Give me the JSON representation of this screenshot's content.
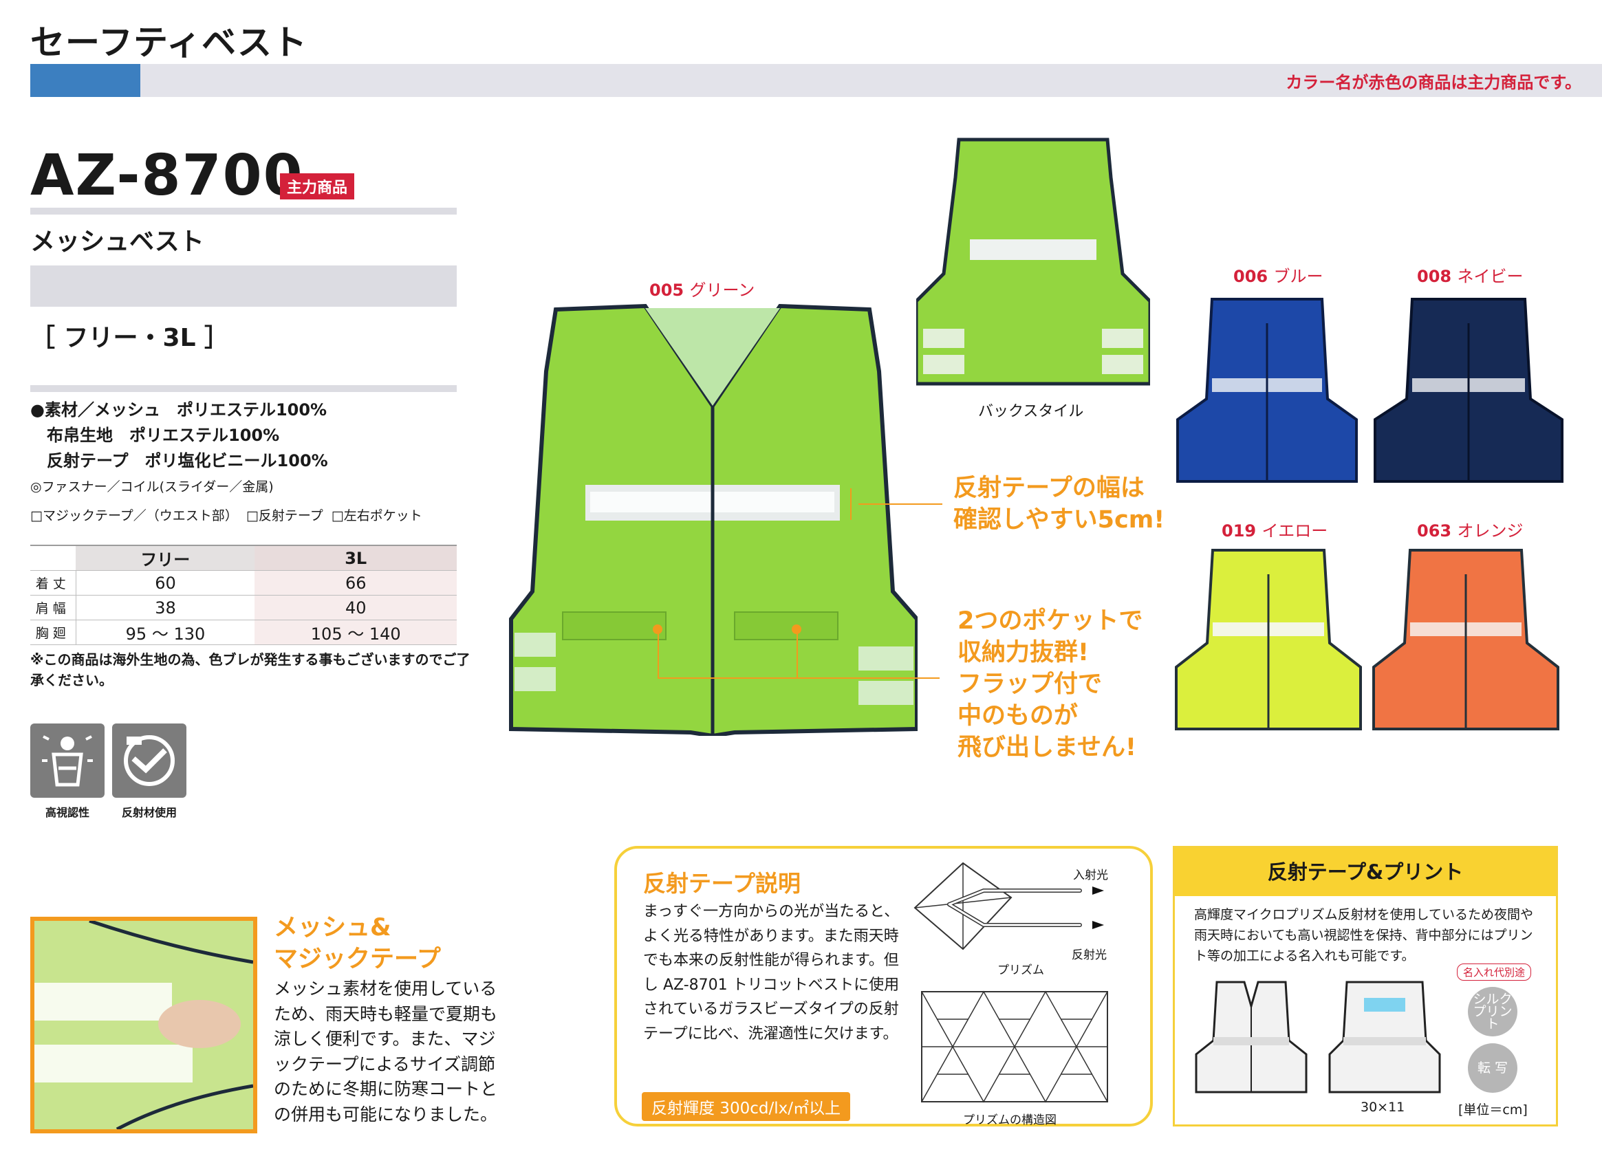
{
  "header": {
    "title": "セーフティベスト",
    "note": "カラー名が赤色の商品は主力商品です。"
  },
  "product": {
    "model": "AZ-8700",
    "badge": "主力商品",
    "name": "メッシュベスト",
    "sizes": "［ フリー・3L ］",
    "spec_lines": [
      "●素材／メッシュ　ポリエステル100%",
      "　布帛生地　ポリエステル100%",
      "　反射テープ　ポリ塩化ビニール100%"
    ],
    "fastener": "◎ファスナー／コイル(スライダー／金属)",
    "options": "□マジックテープ／（ウエスト部）  □反射テープ  □左右ポケット",
    "note": "※この商品は海外生地の為、色ブレが発生する事もございますのでご了承ください。"
  },
  "size_table": {
    "headers": [
      "",
      "フリー",
      "3L"
    ],
    "rows": [
      {
        "label": "着丈",
        "free": "60",
        "l3": "66"
      },
      {
        "label": "肩幅",
        "free": "38",
        "l3": "40"
      },
      {
        "label": "胸廻",
        "free": "95 〜 130",
        "l3": "105 〜 140"
      }
    ]
  },
  "features": [
    {
      "label": "高視認性",
      "icon": "high-visibility-icon"
    },
    {
      "label": "反射材使用",
      "icon": "reflective-material-icon"
    }
  ],
  "colors": {
    "green": {
      "code": "005",
      "name": "グリーン",
      "hex": "#8fd63b"
    },
    "blue": {
      "code": "006",
      "name": "ブルー",
      "hex": "#1d48a8"
    },
    "navy": {
      "code": "008",
      "name": "ネイビー",
      "hex": "#162a55"
    },
    "yellow": {
      "code": "019",
      "name": "イエロー",
      "hex": "#dbef3d"
    },
    "orange": {
      "code": "063",
      "name": "オレンジ",
      "hex": "#f07444"
    },
    "accent": "#f39a1e",
    "red": "#d4213a"
  },
  "back_caption": "バックスタイル",
  "callouts": {
    "tape": [
      "反射テープの幅は",
      "確認しやすい5cm!"
    ],
    "pocket": [
      "2つのポケットで",
      "収納力抜群!",
      "フラップ付で",
      "中のものが",
      "飛び出しません!"
    ]
  },
  "mesh": {
    "title": [
      "メッシュ&",
      "マジックテープ"
    ],
    "body": "メッシュ素材を使用しているため、雨天時も軽量で夏期も涼しく便利です。また、マジックテープによるサイズ調節のために冬期に防寒コートとの併用も可能になりました。"
  },
  "tape_explain": {
    "title": "反射テープ説明",
    "body": "まっすぐ一方向からの光が当たると、よく光る特性があります。また雨天時でも本来の反射性能が得られます。但し AZ-8701 トリコットベストに使用されているガラスビーズタイプの反射テープに比べ、洗濯適性に欠けます。",
    "badge": "反射輝度 300cd/lx/㎡以上",
    "incident": "入射光",
    "reflected": "反射光",
    "prism": "プリズム",
    "structure": "プリズムの構造図"
  },
  "print": {
    "title": "反射テープ&プリント",
    "body": "高輝度マイクロプリズム反射材を使用しているため夜間や雨天時においても高い視認性を保持、背中部分にはプリント等の加工による名入れも可能です。",
    "badge": "名入れ代別途",
    "silk": "シルク\nプリント",
    "transfer": "転 写",
    "size": "30×11",
    "unit": "[単位＝cm]"
  }
}
